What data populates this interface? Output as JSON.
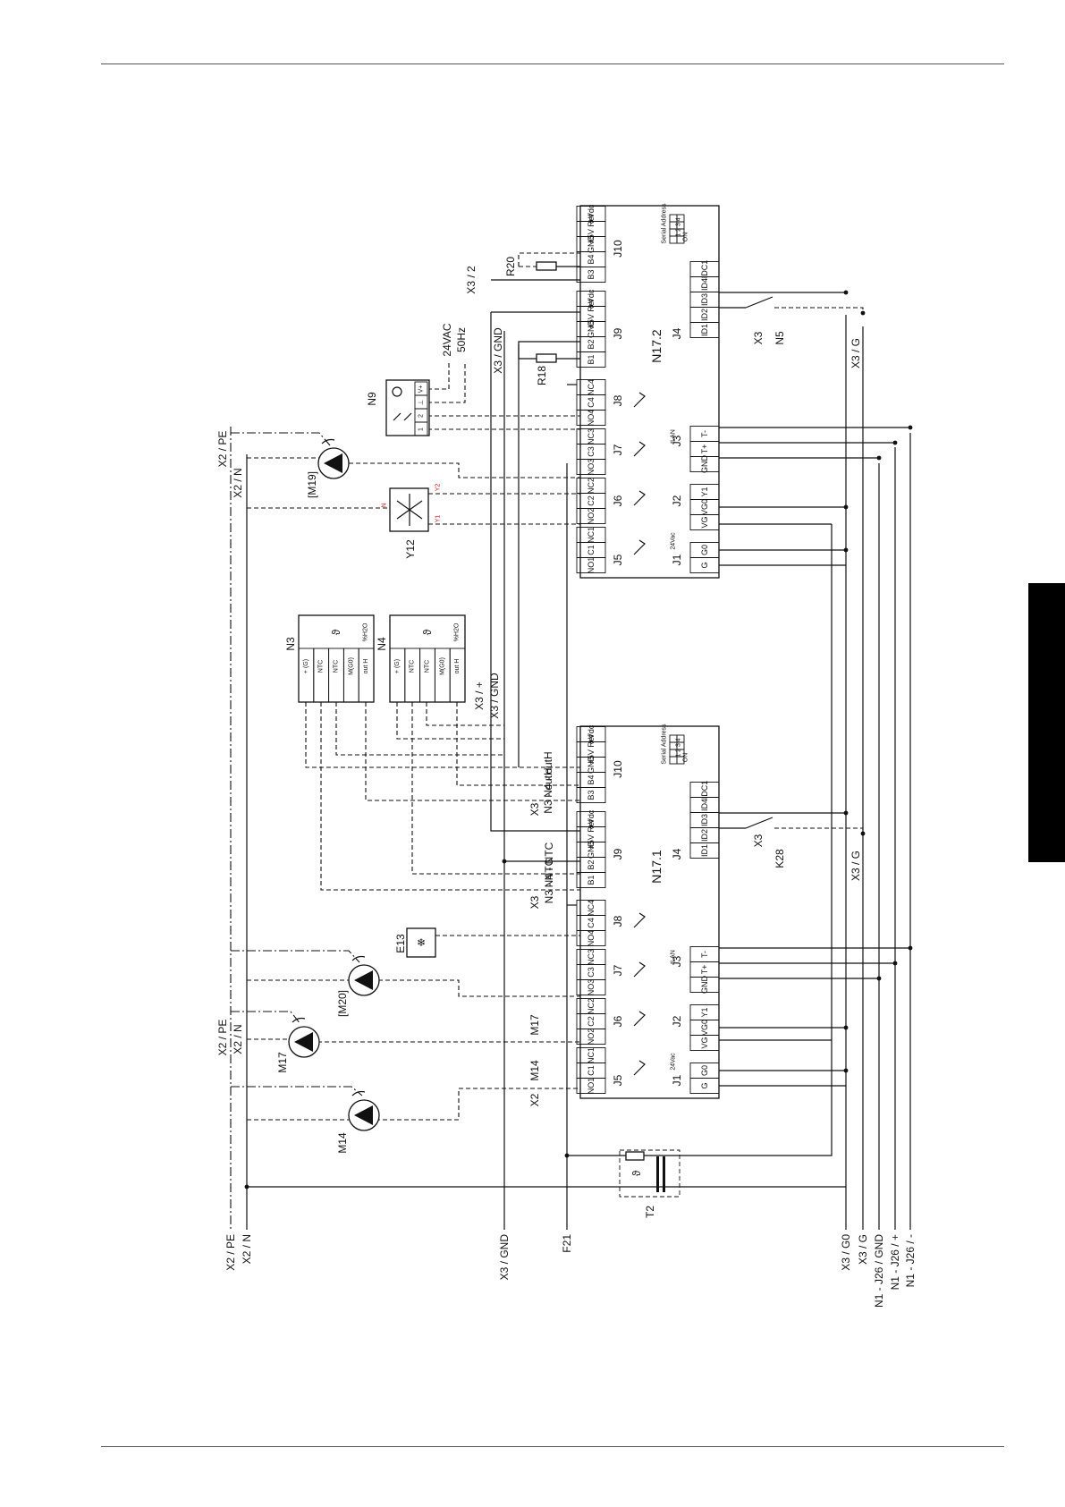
{
  "rails": {
    "pe": "X2 / PE",
    "n": "X2 / N",
    "gnd": "X3 / GND",
    "f21": "F21",
    "g0": "X3 / G0",
    "g": "X3 / G",
    "j26gnd": "N1 - J26 / GND",
    "j26plus": "N1 - J26 / +",
    "j26minus": "N1 - J26 / -"
  },
  "controllers": [
    {
      "id": "N17.1",
      "connectors": {
        "J1": [
          "G",
          "G0"
        ],
        "J2": [
          "VG",
          "VG0",
          "Y1"
        ],
        "J3": [
          "GND",
          "T+",
          "T-"
        ],
        "J4": [
          "ID1",
          "ID2",
          "ID3",
          "ID4",
          "IDC1"
        ],
        "J5": [
          "NO1",
          "C1",
          "NC1"
        ],
        "J6": [
          "NO2",
          "C2",
          "NC2"
        ],
        "J7": [
          "NO3",
          "C3",
          "NC3"
        ],
        "J8": [
          "NO4",
          "C4",
          "NC4"
        ],
        "J9": [
          "B1",
          "B2",
          "GND",
          "+5V Ref",
          "+Vdc"
        ],
        "J10": [
          "B3",
          "B4",
          "GND",
          "+5V Ref",
          "+Vdc"
        ]
      },
      "tlan": "tLAN",
      "vac": "24Vac",
      "serial": "Serial Address",
      "serial_numbers": "1 2 3 4",
      "serial_on": "ON",
      "input_label": "K28",
      "inputs_x3": "X3",
      "nodes": {
        "x2": "X2",
        "m14": "M14",
        "m17": "M17",
        "x3_j9": "X3",
        "n3ntc": "N3 - NTC",
        "n4ntc": "N4 - NTC",
        "x3_j10": "X3",
        "n3outh": "N3 - outH",
        "n4outh": "N4 - outH",
        "x3plus": "X3 / +",
        "x3gnd": "X3 / GND",
        "x3g": "X3 / G"
      }
    },
    {
      "id": "N17.2",
      "connectors": {
        "J1": [
          "G",
          "G0"
        ],
        "J2": [
          "VG",
          "VG0",
          "Y1"
        ],
        "J3": [
          "GND",
          "T+",
          "T-"
        ],
        "J4": [
          "ID1",
          "ID2",
          "ID3",
          "ID4",
          "IDC1"
        ],
        "J5": [
          "NO1",
          "C1",
          "NC1"
        ],
        "J6": [
          "NO2",
          "C2",
          "NC2"
        ],
        "J7": [
          "NO3",
          "C3",
          "NC3"
        ],
        "J8": [
          "NO4",
          "C4",
          "NC4"
        ],
        "J9": [
          "B1",
          "B2",
          "GND",
          "+5V Ref",
          "+Vdc"
        ],
        "J10": [
          "B3",
          "B4",
          "GND",
          "+5V Ref",
          "+Vdc"
        ]
      },
      "tlan": "tLAN",
      "vac": "24Vac",
      "serial": "Serial Address",
      "serial_numbers": "1 2 3 4",
      "serial_on": "ON",
      "input_label": "N5",
      "inputs_x3": "X3",
      "nodes": {
        "r18": "R18",
        "r20": "R20",
        "x3_2": "X3 / 2",
        "x3gnd": "X3 / GND",
        "x3g": "X3 / G"
      }
    }
  ],
  "components": {
    "m14": "M14",
    "m17": "M17",
    "m20": "[M20]",
    "m19": "[M19]",
    "e13": "E13",
    "y12": "Y12",
    "y12_n": "N",
    "y12_y1": "Y1",
    "y12_y2": "Y2",
    "n9": "N9",
    "n9_pins": [
      "1",
      "2",
      "⊥",
      "V+"
    ],
    "n9_supply_1": "24VAC",
    "n9_supply_2": "50Hz",
    "n3": "N3",
    "n4": "N4",
    "sensor_pins": [
      "+ (G)",
      "NTC",
      "NTC",
      "M(G0)",
      "out H"
    ],
    "sensor_hum": "%H2O",
    "theta": "ϑ",
    "t2": "T2",
    "x2pe": "X2 / PE",
    "x2n": "X2 / N"
  },
  "colors": {
    "ink": "#111111",
    "accent": "#d21a1a",
    "tab": "#000000"
  }
}
